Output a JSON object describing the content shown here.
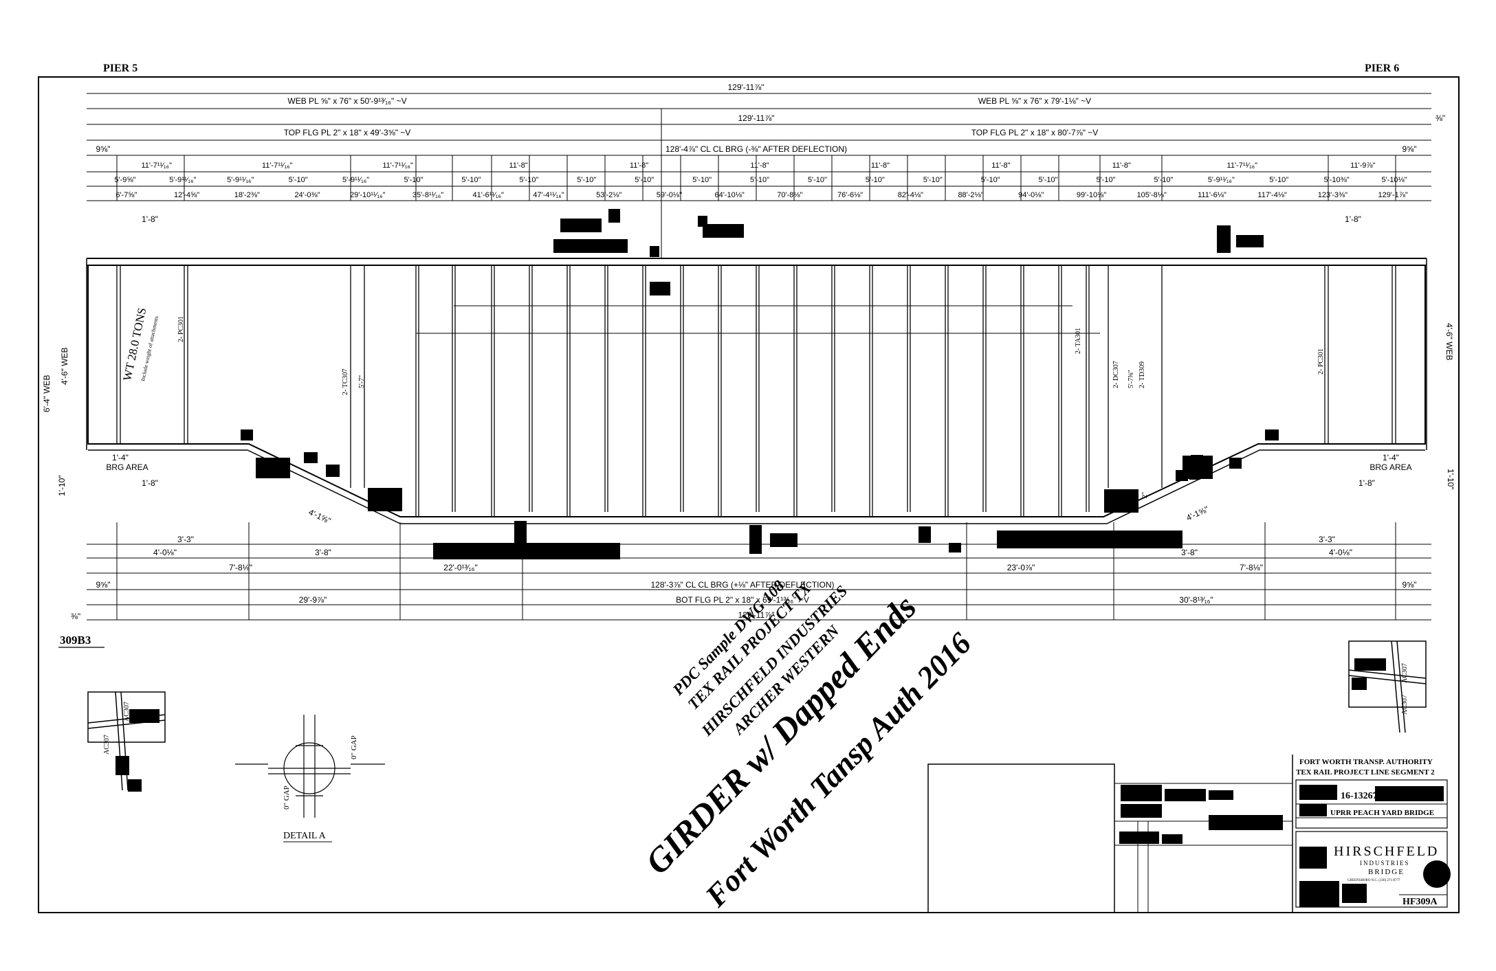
{
  "piers": {
    "left": "PIER 5",
    "right": "PIER 6"
  },
  "plates": {
    "web_left": "WEB PL ⅝\" x 76\" x 50'-9¹³⁄₁₆\" ~V",
    "web_right": "WEB PL ⅝\" x 76\" x 79'-1⅛\" ~V",
    "top_left": "TOP FLG PL 2\" x 18\" x 49'-3⅝\" ~V",
    "top_right": "TOP FLG PL 2\" x 18\" x 80'-7⅞\" ~V",
    "bot": "BOT FLG PL 2\" x 18\" x 69'-1¹³⁄₁₆\" ~V"
  },
  "top_dims": {
    "overall_1": "129'-11⅞\"",
    "overall_2": "129'-11⅞\"",
    "cl_brg": "128'-4⅞\" CL CL BRG (-⅜\" AFTER DEFLECTION)",
    "end_left": "9⅝\"",
    "end_right": "9⅝\"",
    "row_a": [
      "11'-7¹¹⁄₁₆\"",
      "11'-7¹¹⁄₁₆\"",
      "11'-7¹¹⁄₁₆\"",
      "11'-8\"",
      "11'-8\"",
      "11'-8\"",
      "11'-8\"",
      "11'-8\"",
      "11'-8\"",
      "11'-7¹¹⁄₁₆\"",
      "11'-9⅞\""
    ],
    "row_b": [
      "5'-9⅝\"",
      "5'-9¹¹⁄₁₆\"",
      "5'-9¹¹⁄₁₆\"",
      "5'-10\"",
      "5'-9¹¹⁄₁₆\"",
      "5'-10\"",
      "5'-10\"",
      "5'-10\"",
      "5'-10\"",
      "5'-10\"",
      "5'-10\"",
      "5'-10\"",
      "5'-10\"",
      "5'-10\"",
      "5'-10\"",
      "5'-10\"",
      "5'-10\"",
      "5'-10\"",
      "5'-10\"",
      "5'-9¹¹⁄₁₆\"",
      "5'-10\"",
      "5'-10⅜\"",
      "5'-10⅛\""
    ],
    "row_c": [
      "6'-7⅝\"",
      "12'-4⅝\"",
      "18'-2⅜\"",
      "24'-0⅜\"",
      "29'-10¹¹⁄₁₆\"",
      "35'-8¹¹⁄₁₆\"",
      "41'-6¹¹⁄₁₆\"",
      "47'-4¹¹⁄₁₆\"",
      "53'-2⅛\"",
      "59'-0⅛\"",
      "64'-10⅛\"",
      "70'-8⅛\"",
      "76'-6⅛\"",
      "82'-4⅛\"",
      "88'-2⅛\"",
      "94'-0⅛\"",
      "99'-10⅛\"",
      "105'-8⅛\"",
      "111'-6⅛\"",
      "117'-4⅛\"",
      "123'-3⅜\"",
      "129'-1⅞\""
    ],
    "stiff_left": "1'-8\"",
    "stiff_right": "1'-8\"",
    "edge_right": "⅜\""
  },
  "elevation": {
    "left_depth": "6'-4\" WEB",
    "left_web": "4'-6\" WEB",
    "left_dap": "1'-10\"",
    "right_web": "4'-6\" WEB",
    "right_dap": "1'-10\"",
    "brg_left": "1'-4\"",
    "brg_left_area": "BRG AREA",
    "brg_right": "1'-4\"",
    "brg_right_area": "BRG AREA",
    "low_left": "1'-8\"",
    "low_right": "1'-8\"",
    "wt": "WT 28.0 TONS",
    "wt_note": "Include weight of attachments",
    "pc_left": "2- PC301",
    "pc_right": "2- PC301",
    "tc": "2- TC307",
    "tc_dim": "5'-7\"",
    "ta": "2- TA301",
    "dc": "2- DC307",
    "td": "2- TD309",
    "dc_dim": "5'-7⅝\"",
    "taper_left": "4'-1⅝\"",
    "taper_right": "4'-1⅝\"",
    "two_in": "2\""
  },
  "bottom_dims": {
    "l1": "3'-3\"",
    "l2": "4'-0⅛\"",
    "l3": "3'-8\"",
    "l4": "7'-8⅛\"",
    "l5": "22'-0¹³⁄₁₆\"",
    "r1": "3'-3\"",
    "r2": "4'-0⅛\"",
    "r3": "3'-8\"",
    "r4": "7'-8⅛\"",
    "r5": "23'-0⅞\"",
    "end_left": "9⅝\"",
    "end_right": "9⅝\"",
    "cl_brg": "128'-3⅞\" CL CL BRG (+⅛\" AFTER DEFLECTION)",
    "bfl_left": "29'-9⅞\"",
    "bfl_right": "30'-8¹³⁄₁₆\"",
    "overall": "129'-11⅞\"",
    "edge": "⅜\""
  },
  "mark": "309B3",
  "detail": {
    "title": "DETAIL A",
    "gap_top": "0\" GAP",
    "gap_left": "0\" GAP",
    "tag_left": "AC307",
    "tag_right": "AC307",
    "ac_left": "AC307",
    "ac_right": "AC307"
  },
  "watermark": {
    "l1": "PDC Sample DWG 108",
    "l2": "TEX RAIL PROJECT TX",
    "l3": "HIRSCHFELD INDUSTRIES",
    "l4": "ARCHER WESTERN",
    "big1": "GIRDER w/ Dapped Ends",
    "big2": "Fort Worth Tansp Auth 2016"
  },
  "title_block": {
    "owner": "FORT WORTH TRANSP. AUTHORITY",
    "project": "TEX RAIL PROJECT   LINE SEGMENT 2",
    "job": "16-13267H03",
    "bridge": "UPRR PEACH YARD BRIDGE",
    "company": "HIRSCHFELD",
    "industries": "INDUSTRIES",
    "division": "BRIDGE",
    "address": "GREENSBORO N.C. (336) 271-8777",
    "dwg": "HF309A"
  },
  "colors": {
    "line": "#000000",
    "paper": "#ffffff"
  }
}
